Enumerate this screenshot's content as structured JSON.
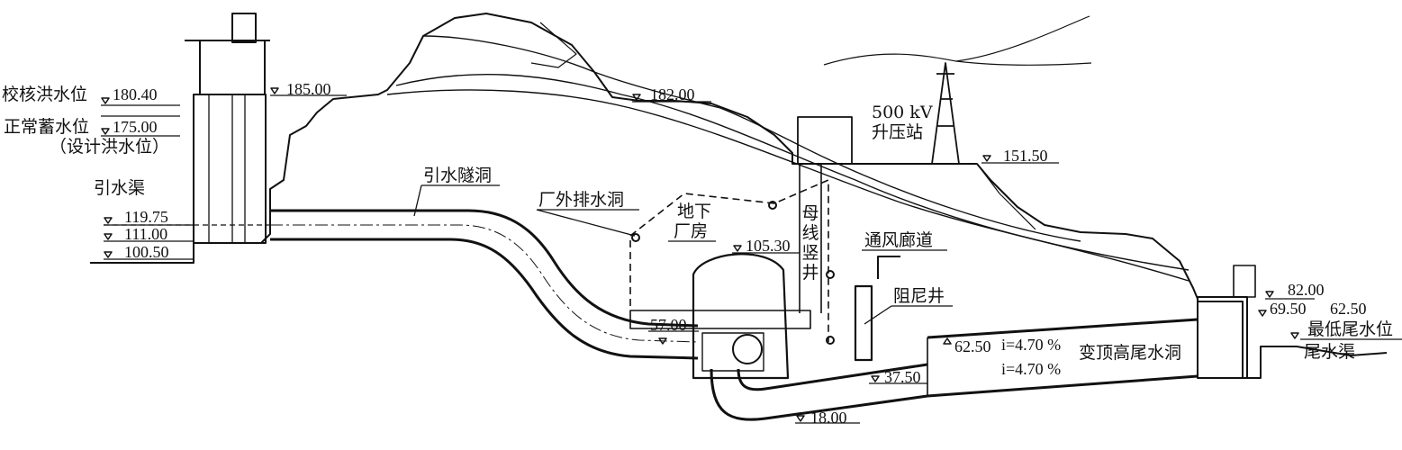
{
  "labels": {
    "check_flood_level": "校核洪水位",
    "normal_pool_level": "正常蓄水位",
    "design_flood_level": "（设计洪水位）",
    "intake_channel": "引水渠",
    "headrace_tunnel": "引水隧洞",
    "outer_drainage_tunnel": "厂外排水洞",
    "underground_powerhouse_1": "地下",
    "underground_powerhouse_2": "厂房",
    "busbar_shaft": "母线竖井",
    "ventilation_gallery": "通风廊道",
    "damping_shaft": "阻尼井",
    "substation_1": "500 kV",
    "substation_2": "升压站",
    "variable_tailrace_tunnel": "变顶高尾水洞",
    "min_tail_water_level": "最低尾水位",
    "tailrace_channel": "尾水渠",
    "slope_1": "i=4.70 %",
    "slope_2": "i=4.70 %"
  },
  "elevations": {
    "e180_40": "180.40",
    "e175_00": "175.00",
    "e185_00": "185.00",
    "e182_00": "182.00",
    "e151_50": "151.50",
    "e119_75": "119.75",
    "e111_00": "111.00",
    "e100_50": "100.50",
    "e105_30": "105.30",
    "e57_00": "57.00",
    "e62_50_a": "62.50",
    "e37_50": "37.50",
    "e18_00": "18.00",
    "e82_00": "82.00",
    "e69_50": "69.50",
    "e62_50_b": "62.50"
  },
  "colors": {
    "line": "#111111",
    "background": "#ffffff"
  }
}
